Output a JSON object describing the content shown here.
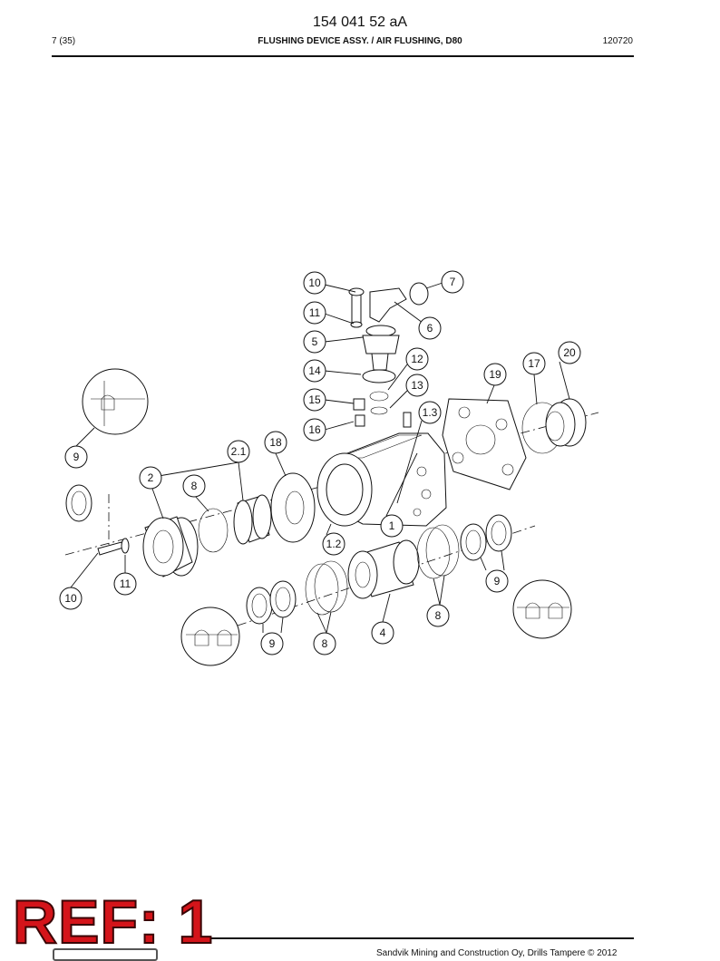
{
  "header": {
    "doc_number": "154 041 52 aA",
    "page": "7 (35)",
    "title": "FLUSHING DEVICE ASSY. / AIR FLUSHING, D80",
    "date": "120720"
  },
  "footer": {
    "copyright": "Sandvik Mining and Construction Oy, Drills Tampere © 2012"
  },
  "stamp": {
    "text": "REF: 1",
    "color": "#d4141a"
  },
  "drawing": {
    "callouts": [
      "10",
      "7",
      "11",
      "6",
      "5",
      "12",
      "20",
      "17",
      "14",
      "19",
      "13",
      "15",
      "1.3",
      "16",
      "18",
      "9",
      "2.1",
      "2",
      "8",
      "1",
      "1.2",
      "11",
      "9",
      "10",
      "8",
      "4",
      "9",
      "8"
    ]
  }
}
